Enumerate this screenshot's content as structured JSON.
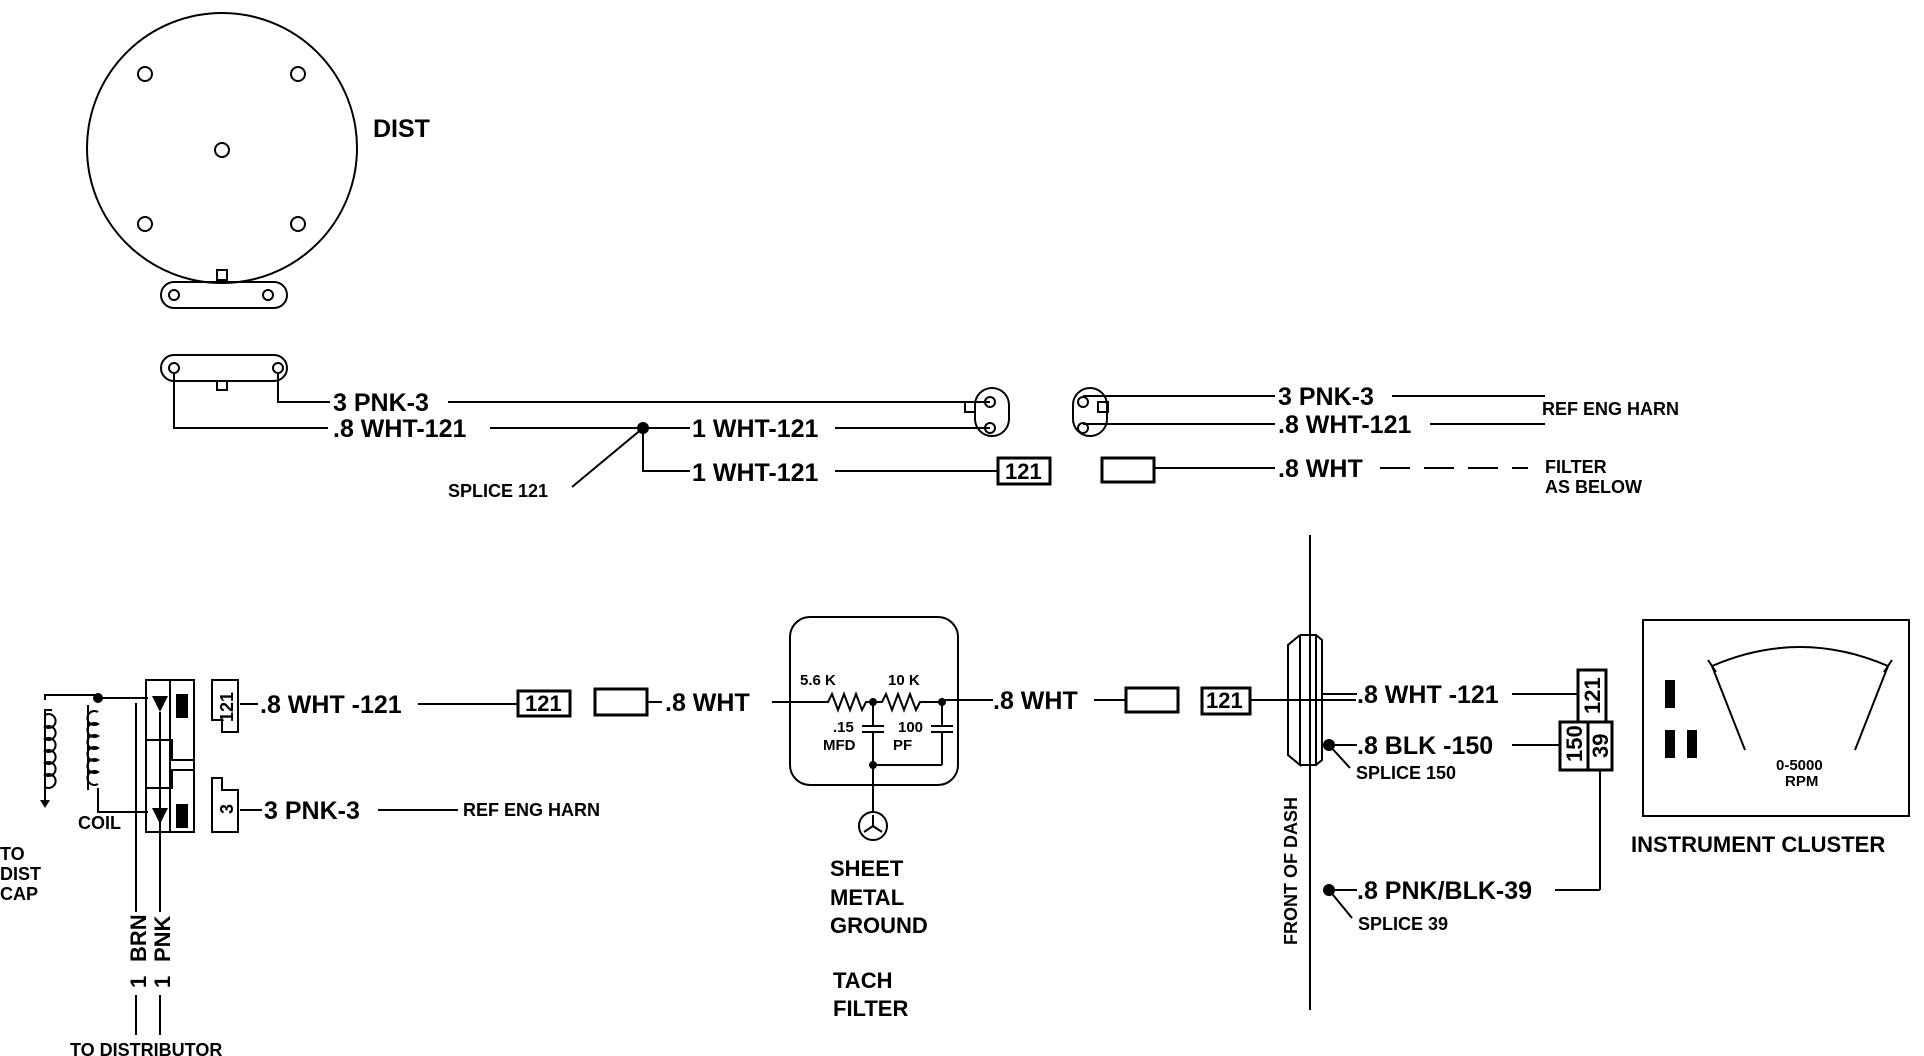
{
  "distributor": {
    "label": "DIST"
  },
  "upper_harness": {
    "wire_pnk": "3  PNK-3",
    "wire_wht_left": ".8  WHT-121",
    "wire_wht_branch1": "1  WHT-121",
    "wire_wht_branch2": "1  WHT-121",
    "splice_label": "SPLICE 121",
    "conn_121": "121",
    "right_pnk": "3  PNK-3",
    "right_wht": ".8  WHT-121",
    "right_wht_filter": ".8  WHT",
    "ref_eng_harn": "REF ENG HARN",
    "filter_line1": "FILTER",
    "filter_line2": "AS BELOW"
  },
  "coil_section": {
    "coil_label": "COIL",
    "to_dist_cap": [
      "TO",
      "DIST",
      "CAP"
    ],
    "conn_121": "121",
    "conn_3": "3",
    "wire_wht": ".8  WHT -121",
    "wire_pnk": "3  PNK-3",
    "ref_eng_harn": "REF ENG HARN",
    "conn_121_box": "121",
    "brn_label": "BRN",
    "pnk_label": "PNK",
    "brn_gauge": "1",
    "pnk_gauge": "1",
    "to_distributor": "TO DISTRIBUTOR"
  },
  "tach_filter": {
    "wire_in": ".8  WHT",
    "wire_out": ".8  WHT",
    "r1": "5.6 K",
    "r2": "10 K",
    "c1_value": ".15",
    "c1_unit": "MFD",
    "c2_value": "100",
    "c2_unit": "PF",
    "ground_line1": "SHEET",
    "ground_line2": "METAL",
    "ground_line3": "GROUND",
    "title_line1": "TACH",
    "title_line2": "FILTER"
  },
  "dash_section": {
    "conn_121": "121",
    "front_of_dash": "FRONT OF DASH",
    "wire_wht": ".8  WHT -121",
    "wire_blk": ".8  BLK -150",
    "wire_pnkblk": ".8  PNK/BLK-39",
    "splice_150": "SPLICE 150",
    "splice_39": "SPLICE  39",
    "pin_121": "121",
    "pin_150": "150",
    "pin_39": "39"
  },
  "instrument_cluster": {
    "label": "INSTRUMENT CLUSTER",
    "gauge_range": "0-5000",
    "gauge_unit": "RPM"
  }
}
